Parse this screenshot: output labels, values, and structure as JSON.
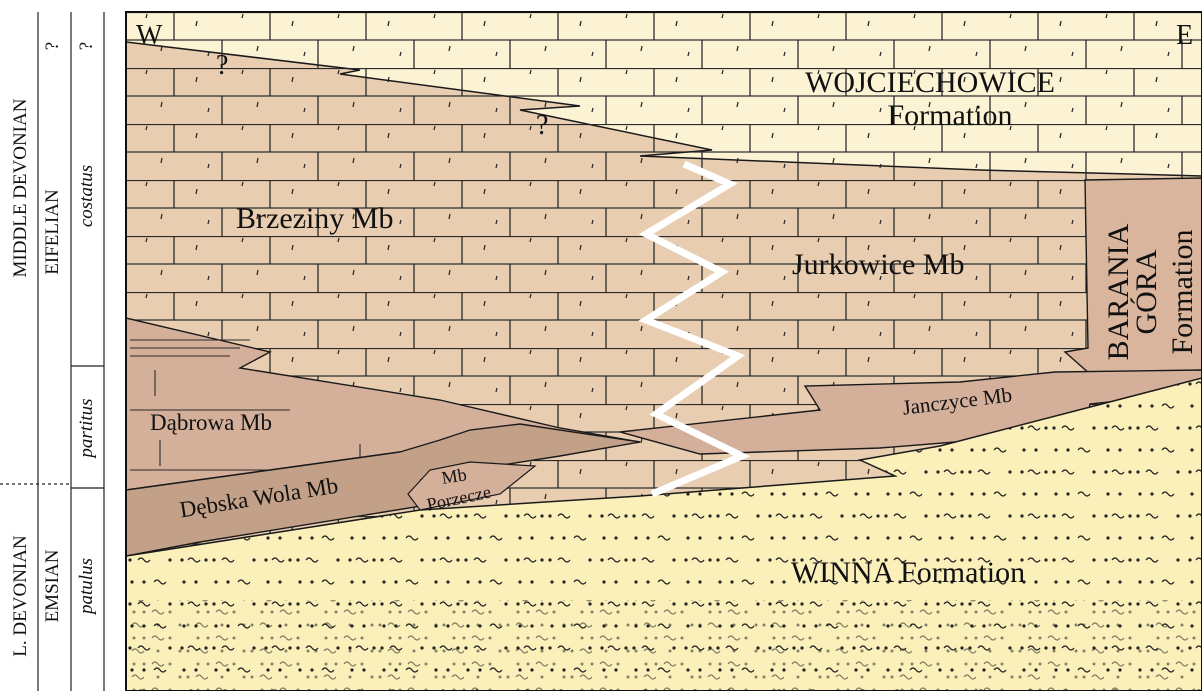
{
  "stratigraphy": {
    "series": {
      "middle": "MIDDLE DEVONIAN",
      "lower": "L. DEVONIAN"
    },
    "stages": {
      "eifelian": "EIFELIAN",
      "emsian": "EMSIAN"
    },
    "zones": {
      "costatus": "costatus",
      "partitus": "partitus",
      "patulus": "patulus"
    },
    "uncertain_marks": [
      "?",
      "?"
    ]
  },
  "section": {
    "west_label": "W",
    "east_label": "E",
    "question_marks": [
      "?",
      "?"
    ]
  },
  "units": {
    "wojciechowice": [
      "WOJCIECHOWICE",
      "Formation"
    ],
    "brzeziny": "Brzeziny Mb",
    "jurkowice": "Jurkowice Mb",
    "barania_gora": [
      "BARANIA",
      "GÓRA",
      "Formation"
    ],
    "janczyce": "Janczyce Mb",
    "dabrowa": "Dąbrowa Mb",
    "debska_wola": "Dębska Wola Mb",
    "porzecze": [
      "Mb",
      "Porzecze"
    ],
    "winna": "WINNA Formation"
  },
  "colors": {
    "wojciechowice_fill": "#fcf3d4",
    "limestone_fill": "#e8cdb0",
    "darker_member_fill": "#d4b09b",
    "dark_member_fill": "#c3a189",
    "winna_fill": "#fbf0ba",
    "line": "#1a1a1a",
    "facies_boundary": "#ffffff"
  },
  "icons": {
    "limestone": "brick-pattern",
    "sandstone": "dot-dash-pattern",
    "facies_change": "zigzag-line"
  }
}
